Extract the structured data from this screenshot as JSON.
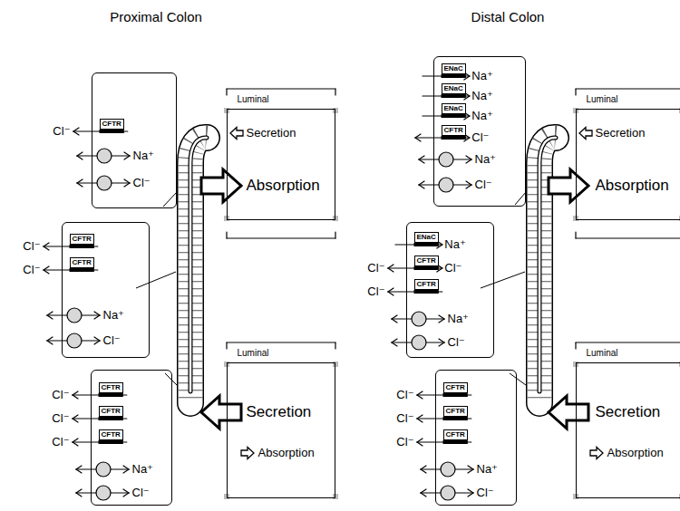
{
  "diagram": {
    "nodes": [
      {
        "text": [
          "Cl⁻",
          "Na⁺",
          "Cl⁻"
        ]
      },
      {
        "text": [
          "CFTR"
        ],
        "in": 0
      },
      {
        "text": [
          "Luminal",
          "Secretion",
          "Absorption"
        ]
      },
      {
        "text": [
          "Cl⁻",
          "Cl⁻",
          "Na⁺",
          "Cl⁻"
        ]
      },
      {
        "text": [
          "CFTR"
        ],
        "in": 3
      },
      {
        "text": [
          "CFTR"
        ],
        "in": 3
      },
      {
        "text": [
          "Cl⁻",
          "Cl⁻",
          "Cl⁻",
          "Na⁺",
          "Cl⁻"
        ]
      },
      {
        "text": [
          "CFTR"
        ],
        "in": 6
      },
      {
        "text": [
          "CFTR"
        ],
        "in": 6
      },
      {
        "text": [
          "CFTR"
        ],
        "in": 6
      },
      {
        "text": [
          "Luminal",
          "Secretion",
          "Absorption"
        ]
      },
      {
        "text": [
          "Na⁺",
          "Na⁺",
          "Na⁺",
          "Cl⁻",
          "Na⁺",
          "Cl⁻"
        ]
      },
      {
        "text": [
          "ENaC"
        ],
        "in": 11
      },
      {
        "text": [
          "ENaC"
        ],
        "in": 11
      },
      {
        "text": [
          "ENaC"
        ],
        "in": 11
      },
      {
        "text": [
          "CFTR"
        ],
        "in": 11
      },
      {
        "text": [
          "Luminal",
          "Secretion",
          "Absorption"
        ]
      },
      {
        "text": [
          "Na⁺",
          "Cl⁻",
          "Cl⁻",
          "Cl⁻",
          "Na⁺",
          "Cl⁻"
        ]
      },
      {
        "text": [
          "ENaC"
        ],
        "in": 17
      },
      {
        "text": [
          "CFTR"
        ],
        "in": 17
      },
      {
        "text": [
          "CFTR"
        ],
        "in": 17
      },
      {
        "text": [
          "Cl⁻",
          "Cl⁻",
          "Cl⁻",
          "Na⁺",
          "Cl⁻"
        ]
      },
      {
        "text": [
          "CFTR"
        ],
        "in": 21
      },
      {
        "text": [
          "CFTR"
        ],
        "in": 21
      },
      {
        "text": [
          "CFTR"
        ],
        "in": 21
      },
      {
        "text": [
          "Luminal",
          "Secretion",
          "Absorption"
        ]
      }
    ],
    "labels": [
      "Proximal Colon",
      "Distal Colon"
    ]
  }
}
